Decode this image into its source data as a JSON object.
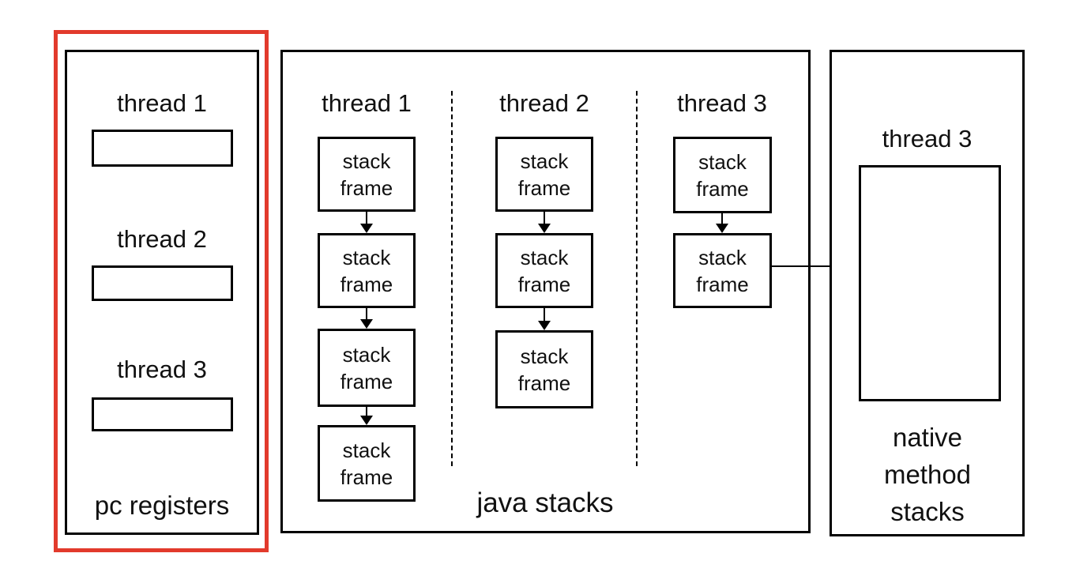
{
  "canvas": {
    "background": "#ffffff",
    "line_color": "#000000",
    "highlight_color": "#e23a2c"
  },
  "pc_registers": {
    "label": "pc registers",
    "threads": [
      {
        "label": "thread 1"
      },
      {
        "label": "thread 2"
      },
      {
        "label": "thread 3"
      }
    ]
  },
  "java_stacks": {
    "label": "java stacks",
    "columns": [
      {
        "label": "thread 1",
        "frames": [
          "stack frame",
          "stack frame",
          "stack frame",
          "stack frame"
        ]
      },
      {
        "label": "thread 2",
        "frames": [
          "stack frame",
          "stack frame",
          "stack frame"
        ]
      },
      {
        "label": "thread 3",
        "frames": [
          "stack frame",
          "stack frame"
        ]
      }
    ]
  },
  "native_method_stacks": {
    "thread_label": "thread 3",
    "label": "native method stacks"
  }
}
